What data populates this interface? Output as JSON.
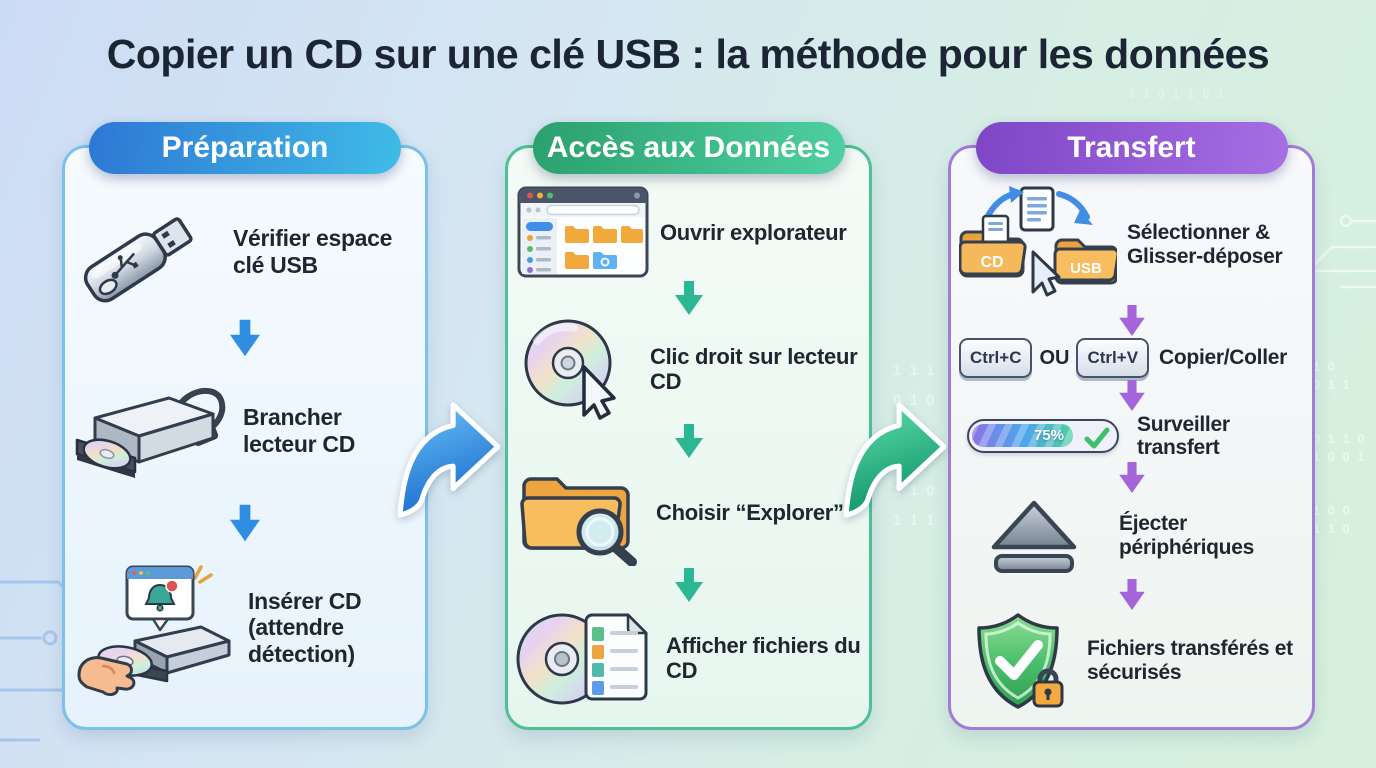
{
  "title": "Copier un CD sur une clé USB : la méthode pour les données",
  "colors": {
    "accent_blue": "#2f8de2",
    "accent_green": "#2cb794",
    "accent_purple": "#a465da",
    "header_prep": "#2e77d4",
    "header_data": "#2aa06d",
    "header_xfer": "#7e45c6"
  },
  "columns": [
    {
      "id": "preparation",
      "header": "Préparation",
      "steps": [
        {
          "icon": "usb-drive-icon",
          "label": "Vérifier espace clé USB"
        },
        {
          "icon": "cd-drive-icon",
          "label": "Brancher lecteur CD"
        },
        {
          "icon": "insert-cd-icon",
          "label": "Insérer CD (attendre détection)"
        }
      ]
    },
    {
      "id": "acces-aux-donnees",
      "header": "Accès aux Données",
      "steps": [
        {
          "icon": "file-explorer-icon",
          "label": "Ouvrir explorateur"
        },
        {
          "icon": "cd-cursor-icon",
          "label": "Clic droit sur lecteur CD"
        },
        {
          "icon": "folder-magnifier-icon",
          "label": "Choisir “Explorer”"
        },
        {
          "icon": "cd-files-icon",
          "label": "Afficher fichiers du CD"
        }
      ]
    },
    {
      "id": "transfert",
      "header": "Transfert",
      "steps": [
        {
          "icon": "drag-drop-icon",
          "label": "Sélectionner & Glisser-déposer"
        },
        {
          "icon": "keyboard-shortcuts",
          "label": "Copier/Coller",
          "keys": [
            "Ctrl+C",
            "Ctrl+V"
          ],
          "separator": "OU"
        },
        {
          "icon": "progress-bar",
          "label": "Surveiller transfert",
          "progress": "75%"
        },
        {
          "icon": "eject-icon",
          "label": "Éjecter périphériques"
        },
        {
          "icon": "shield-lock-icon",
          "label": "Fichiers transférés et sécurisés"
        }
      ]
    }
  ],
  "transfer_icons": {
    "cd_folder_label": "CD",
    "usb_folder_label": "USB"
  },
  "decor": {
    "binary_mid": [
      "1 1 1",
      "0 1 0",
      "1 1 0",
      "1 1 1"
    ],
    "binary_right": [
      "0 1 0",
      "1 0 1 1",
      "1 0 1 1 0",
      "1 1 0 0 1",
      "0 1 0 0",
      "1 1 1 0"
    ],
    "binary_top": "1 1 0 1 1 0 1"
  }
}
